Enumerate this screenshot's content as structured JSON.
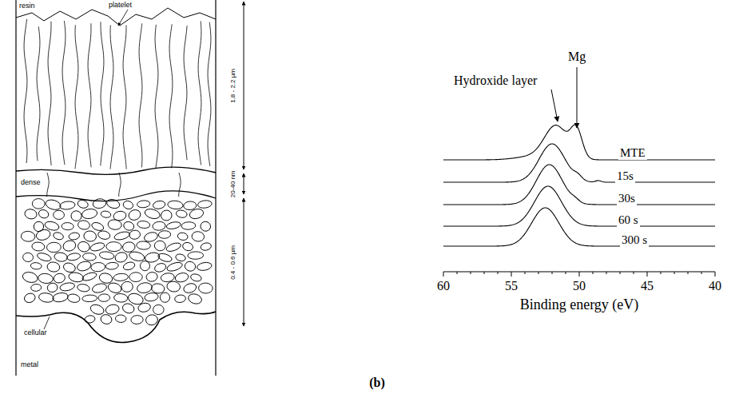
{
  "diagram": {
    "caption": "(b)",
    "labels": [
      "resin",
      "platelet",
      "dense",
      "cellular",
      "metal",
      "1.8 - 2.2 µm",
      "20-40 nm",
      "0.4 - 0.6 µm",
      "Hydroxide layer",
      "Mg",
      "MTE",
      "15s",
      "30s",
      "60 s",
      "300 s",
      "60",
      "55",
      "50",
      "45",
      "40",
      "Binding energy (eV)"
    ]
  }
}
